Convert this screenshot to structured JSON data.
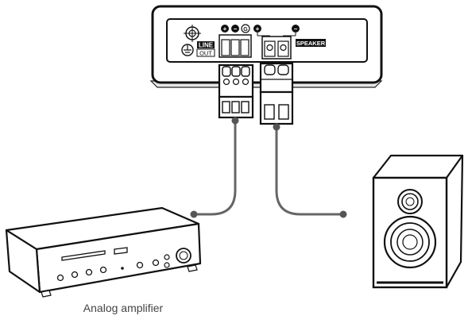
{
  "device": {
    "line_label": "LINE",
    "out_label": "OUT",
    "speaker_label": "SPEAKER",
    "terminal_symbols": [
      "+",
      "−",
      "G",
      "+",
      "−"
    ]
  },
  "amplifier": {
    "caption": "Analog amplifier"
  },
  "speaker": {}
}
